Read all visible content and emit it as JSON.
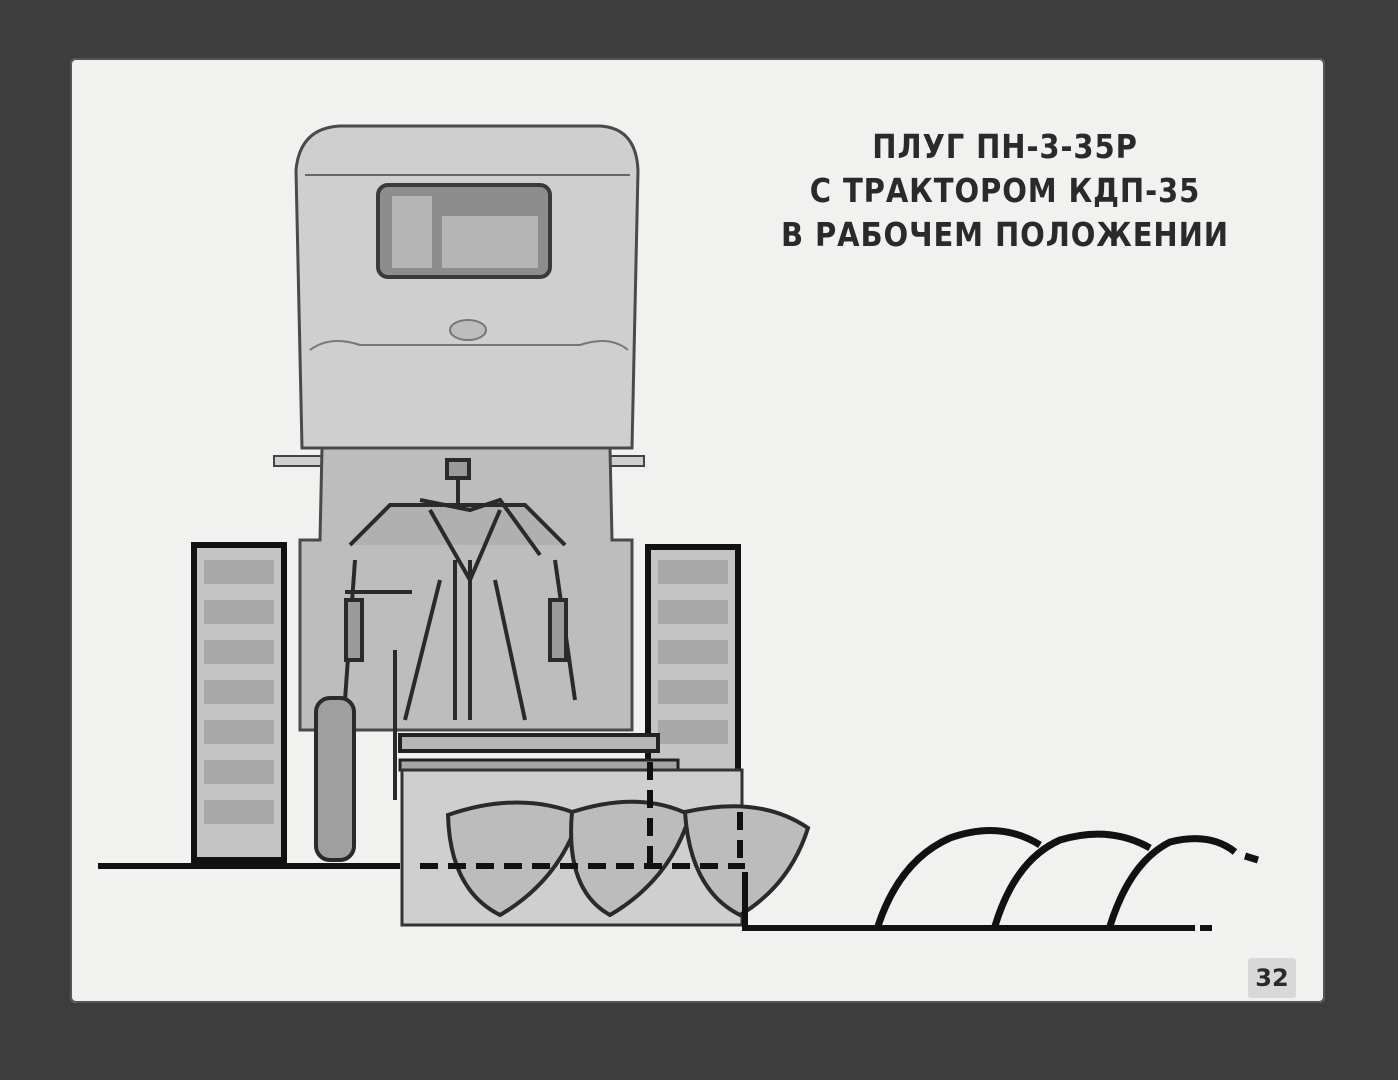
{
  "title": {
    "line1": "ПЛУГ ПН-3-35Р",
    "line2": "С ТРАКТОРОМ КДП-35",
    "line3": "В РАБОЧЕМ ПОЛОЖЕНИИ"
  },
  "slide_number": "32",
  "colors": {
    "background": "#f1f1f0",
    "frame": "#3d3d3d",
    "ink": "#1e1e1e",
    "fill_light": "#c9c9c9",
    "fill_mid": "#9e9e9e"
  }
}
